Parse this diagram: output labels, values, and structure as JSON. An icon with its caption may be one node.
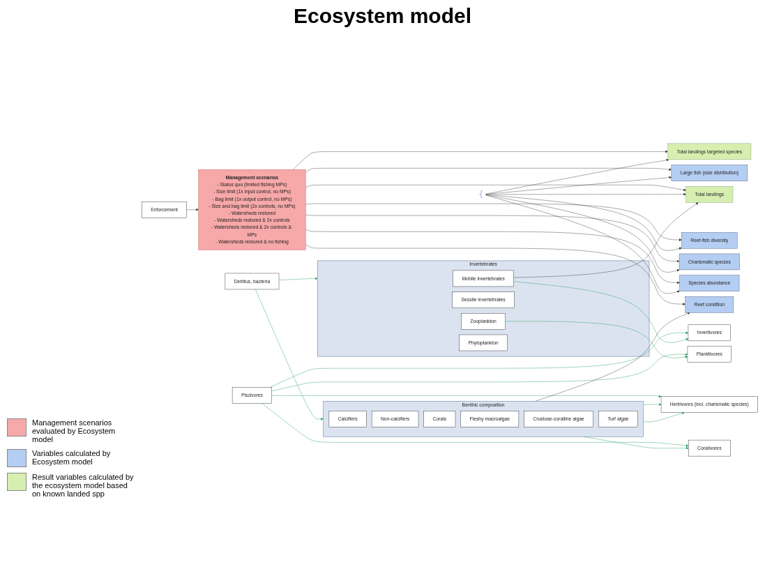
{
  "diagram": {
    "title": "Ecosystem model",
    "nodes": [
      {
        "text": [
          "Enforcement"
        ]
      },
      {
        "text": [
          "Management scenarios",
          "- Status quo (limited fishing MPs)",
          "- Size limit (1x input control, no MPs)",
          "- Bag limit (1x output control, no MPs)",
          "- Size and bag limit (2x controls, no MPs)",
          "- Watersheds restored",
          "- Watersheds restored & 2x controls",
          "- Watersheds restored & 2x controls & MPs",
          "- Watersheds restored & no fishing"
        ]
      },
      {
        "text": [
          "Species abundance"
        ]
      },
      {
        "text": [
          "Charismatic species"
        ]
      },
      {
        "text": [
          "Reef-fish diversity"
        ]
      },
      {
        "text": [
          "Large fish (size distribution)"
        ]
      },
      {
        "text": [
          "Total landings targeted species"
        ]
      },
      {
        "text": [
          "Total landings"
        ]
      },
      {
        "text": [
          "Reef condition"
        ]
      },
      {
        "text": [],
        "shape": "bracket"
      },
      {
        "text": [
          "Piscivores"
        ]
      },
      {
        "text": [
          "Coralivores"
        ]
      },
      {
        "text": [
          "Invertivores"
        ]
      },
      {
        "text": [
          "Herbivores (incl. charismatic species)"
        ]
      },
      {
        "text": [
          "Planktivores"
        ]
      },
      {
        "text": [
          "Benthic composition"
        ]
      },
      {
        "text": [
          "Calcifiers"
        ],
        "in": 15
      },
      {
        "text": [
          "Non-calcifiers"
        ],
        "in": 15
      },
      {
        "text": [
          "Corals"
        ],
        "in": 15
      },
      {
        "text": [
          "Fleshy macroalgae"
        ],
        "in": 15
      },
      {
        "text": [
          "Crustose-coralline algae"
        ],
        "in": 15
      },
      {
        "text": [
          "Turf algae"
        ],
        "in": 15
      },
      {
        "text": [
          "Invertebrates"
        ]
      },
      {
        "text": [
          "Mobile invertebrates"
        ],
        "in": 22
      },
      {
        "text": [
          "Sessile invertebrates"
        ],
        "in": 22
      },
      {
        "text": [
          "Zooplankton"
        ],
        "in": 22
      },
      {
        "text": [
          "Phytoplankton"
        ],
        "in": 22
      },
      {
        "text": [
          "Detritus, bacteria"
        ]
      }
    ],
    "edges": [
      {
        "from": 0,
        "to": 1,
        "arrow": "to"
      },
      {
        "from": 1,
        "to": 2,
        "arrow": "to"
      },
      {
        "from": 1,
        "to": 3,
        "arrow": "to"
      },
      {
        "from": 1,
        "to": 4,
        "arrow": "to"
      },
      {
        "from": 1,
        "to": 5,
        "arrow": "to"
      },
      {
        "from": 1,
        "to": 6,
        "arrow": "to"
      },
      {
        "from": 1,
        "to": 7,
        "arrow": "to"
      },
      {
        "from": 1,
        "to": 8,
        "arrow": "to"
      },
      {
        "from": 9,
        "to": 2,
        "arrow": "to"
      },
      {
        "from": 9,
        "to": 3,
        "arrow": "to"
      },
      {
        "from": 9,
        "to": 4,
        "arrow": "to"
      },
      {
        "from": 9,
        "to": 5,
        "arrow": "to"
      },
      {
        "from": 9,
        "to": 6,
        "arrow": "to"
      },
      {
        "from": 9,
        "to": 7,
        "arrow": "to"
      },
      {
        "from": 10,
        "to": 11,
        "arrow": "to",
        "color": "#1a9e5c"
      },
      {
        "from": 10,
        "to": 13,
        "arrow": "to",
        "color": "#1a9e5c"
      },
      {
        "from": 10,
        "to": 12,
        "arrow": "to",
        "color": "#1a9e5c"
      },
      {
        "from": 10,
        "to": 14,
        "arrow": "to",
        "color": "#1a9e5c"
      },
      {
        "from": 15,
        "to": 11,
        "arrow": "to",
        "color": "#1a9e5c"
      },
      {
        "from": 15,
        "to": 13,
        "arrow": "to",
        "color": "#1a9e5c"
      },
      {
        "from": 15,
        "to": 13,
        "arrow": "to",
        "color": "#1a9e5c"
      },
      {
        "from": 15,
        "to": 8,
        "arrow": "to"
      },
      {
        "from": 23,
        "to": 7,
        "arrow": "to"
      },
      {
        "from": 23,
        "to": 12,
        "arrow": "to",
        "color": "#1a9e5c"
      },
      {
        "from": 25,
        "to": 14,
        "arrow": "to",
        "color": "#1a9e5c"
      },
      {
        "from": 27,
        "to": 15,
        "arrow": "to",
        "color": "#1a9e5c"
      },
      {
        "from": 27,
        "to": 22,
        "arrow": "to",
        "color": "#1a9e5c"
      }
    ],
    "legend": [
      {
        "text": "Management scenarios evaluated by Ecosystem model",
        "color": "#f7a8a8"
      },
      {
        "text": "Variables calculated by Ecosystem model",
        "color": "#b4cdf2"
      },
      {
        "text": "Result variables calculated by the ecosystem model based on known landed spp",
        "color": "#d6efb0"
      }
    ]
  }
}
